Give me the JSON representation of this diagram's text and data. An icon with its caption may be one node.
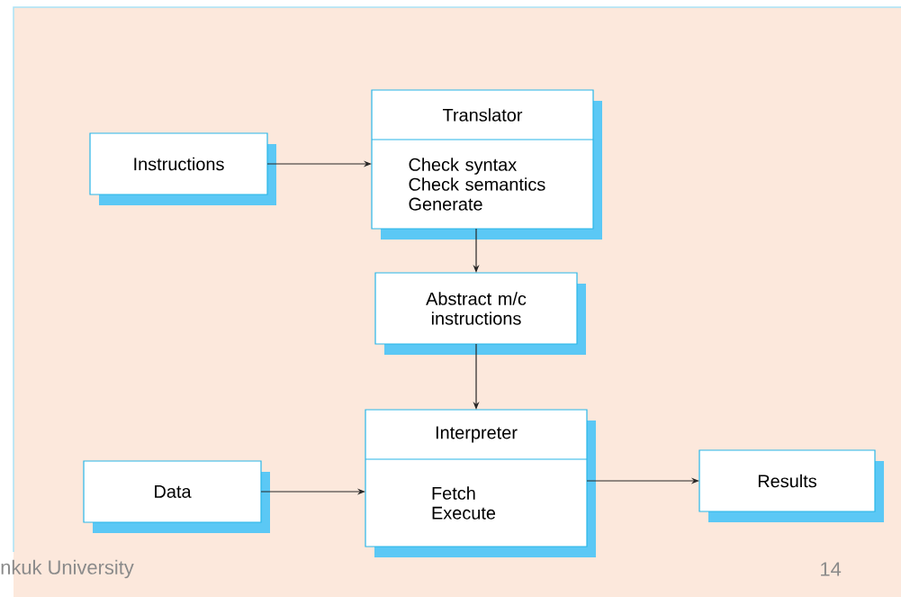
{
  "diagram": {
    "nodes": [
      {
        "text": [
          "Instructions"
        ]
      },
      {
        "text": [
          "Translator",
          "Check syntax Check semantics Generate"
        ]
      },
      {
        "text": [
          "Abstract m/c instructions"
        ]
      },
      {
        "text": [
          "Interpreter",
          "Fetch Execute"
        ]
      },
      {
        "text": [
          "Data"
        ]
      },
      {
        "text": [
          "Results"
        ]
      }
    ],
    "edges": [
      {
        "from": 0,
        "to": 1,
        "arrow": "to"
      },
      {
        "from": 1,
        "to": 2,
        "arrow": "to"
      },
      {
        "from": 2,
        "to": 3,
        "arrow": "to"
      },
      {
        "from": 4,
        "to": 3,
        "arrow": "to"
      },
      {
        "from": 3,
        "to": 5,
        "arrow": "to"
      }
    ],
    "labels": [
      "nkuk University",
      "14"
    ]
  }
}
